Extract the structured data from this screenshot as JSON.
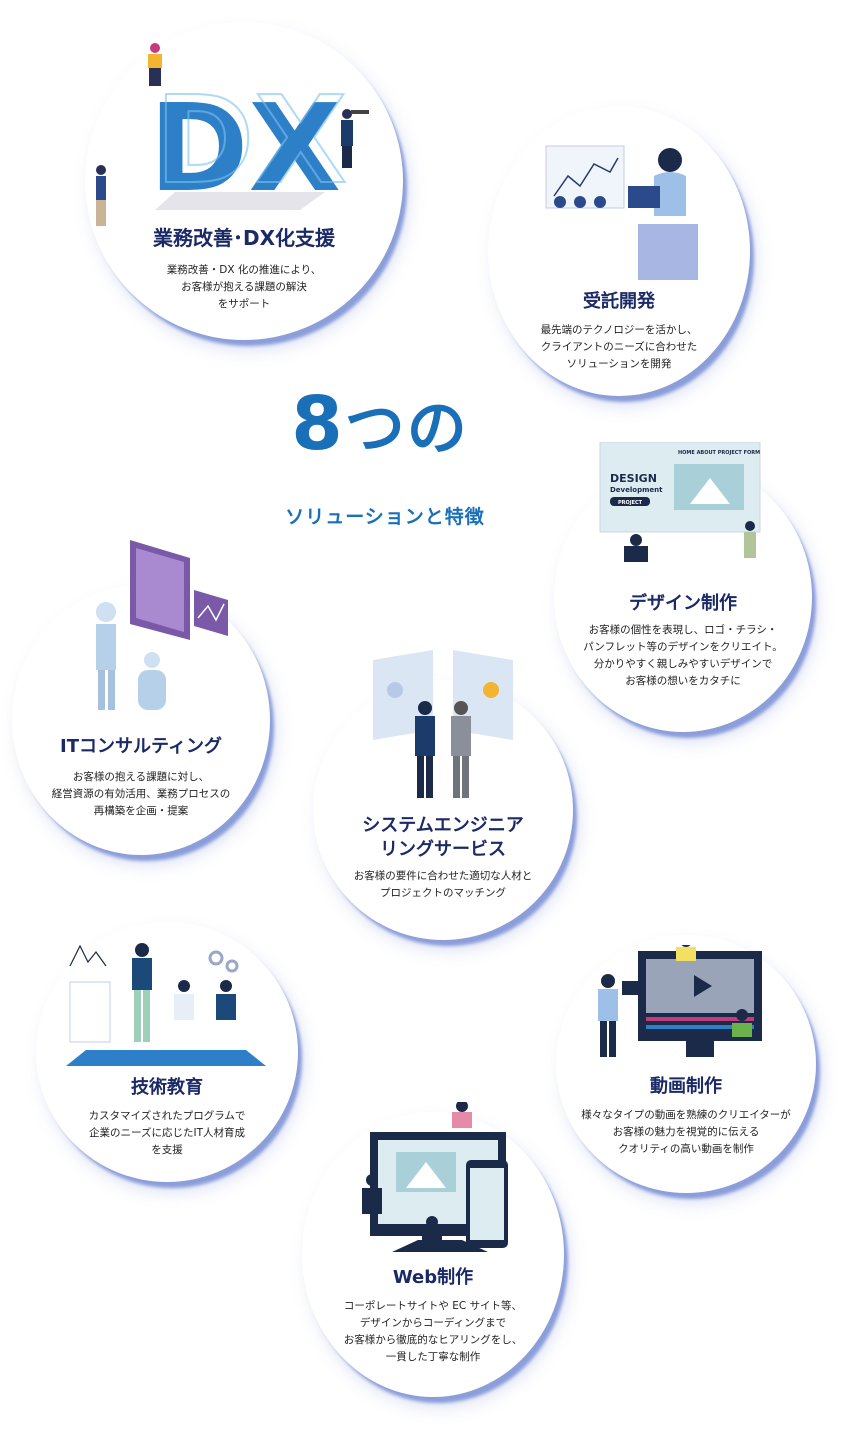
{
  "heading": {
    "number": "8",
    "suffix": "つの",
    "subtitle": "ソリューションと特徴"
  },
  "solutions": [
    {
      "title": "業務改善･DX化支援",
      "desc": "業務改善・DX 化の推進により、\nお客様が抱える課題の解決\nをサポート",
      "illus_text": "DX"
    },
    {
      "title": "受託開発",
      "desc": "最先端のテクノロジーを活かし、\nクライアントのニーズに合わせた\nソリューションを開発"
    },
    {
      "title": "デザイン制作",
      "desc": "お客様の個性を表現し、ロゴ・チラシ・\nパンフレット等のデザインをクリエイト。\n分かりやすく親しみやすいデザインで\nお客様の想いをカタチに",
      "illus_nav": "HOME  ABOUT  PROJECT  FORM",
      "illus_line1": "DESIGN",
      "illus_line2": "Development",
      "illus_button": "PROJECT"
    },
    {
      "title": "ITコンサルティング",
      "desc": "お客様の抱える課題に対し、\n経営資源の有効活用、業務プロセスの\n再構築を企画・提案"
    },
    {
      "title": "システムエンジニア\nリングサービス",
      "desc": "お客様の要件に合わせた適切な人材と\nプロジェクトのマッチング"
    },
    {
      "title": "技術教育",
      "desc": "カスタマイズされたプログラムで\n企業のニーズに応じたIT人材育成\nを支援"
    },
    {
      "title": "動画制作",
      "desc": "様々なタイプの動画を熟練のクリエイターが\nお客様の魅力を視覚的に伝える\nクオリティの高い動画を制作"
    },
    {
      "title": "Web制作",
      "desc": "コーポレートサイトや EC サイト等、\nデザインからコーディングまで\nお客様から徹底的なヒアリングをし、\n一貫した丁寧な制作"
    }
  ],
  "colors": {
    "title": "#1b2a66",
    "accent": "#1a6fb9",
    "shadow": "#8296d7"
  }
}
